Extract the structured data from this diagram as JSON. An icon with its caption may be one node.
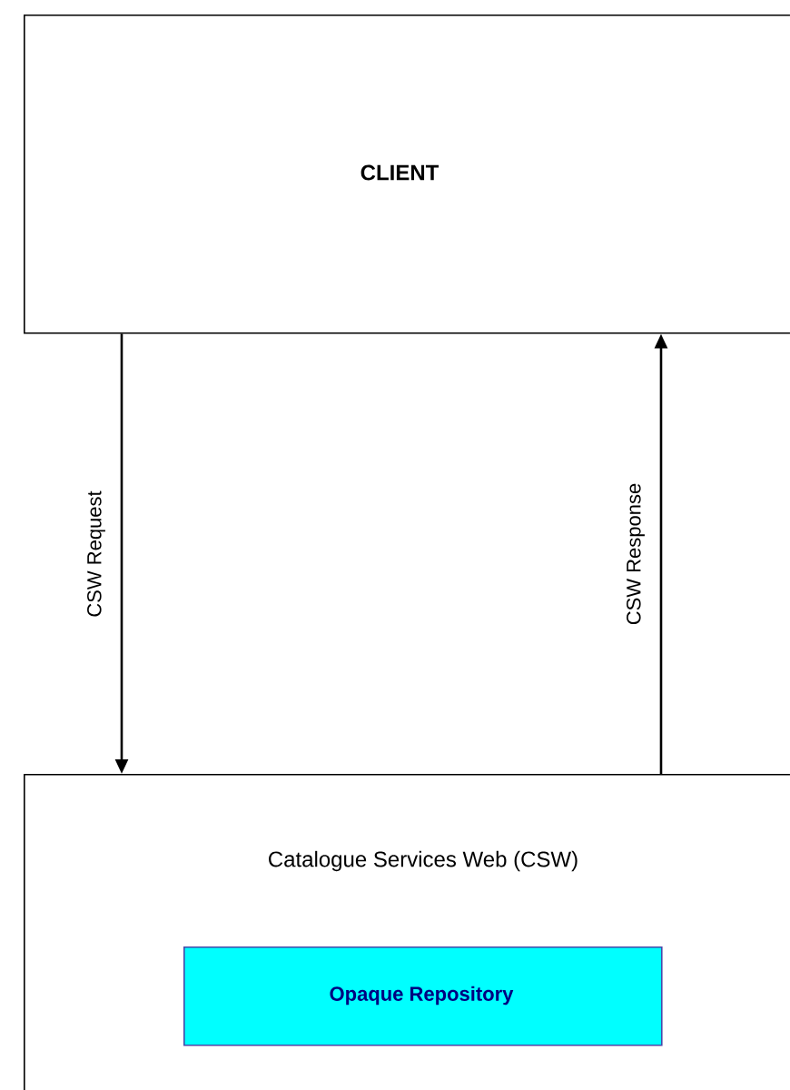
{
  "diagram": {
    "nodes": [
      {
        "text": [
          "CLIENT"
        ]
      },
      {
        "text": [
          "Catalogue Services Web (CSW)"
        ]
      },
      {
        "text": [
          "Opaque Repository"
        ],
        "in": 1
      }
    ],
    "edges": [
      {
        "from": 0,
        "to": 1,
        "arrow": "to",
        "label": "CSW Request"
      },
      {
        "from": 1,
        "to": 0,
        "arrow": "to",
        "label": "CSW Response"
      }
    ]
  }
}
